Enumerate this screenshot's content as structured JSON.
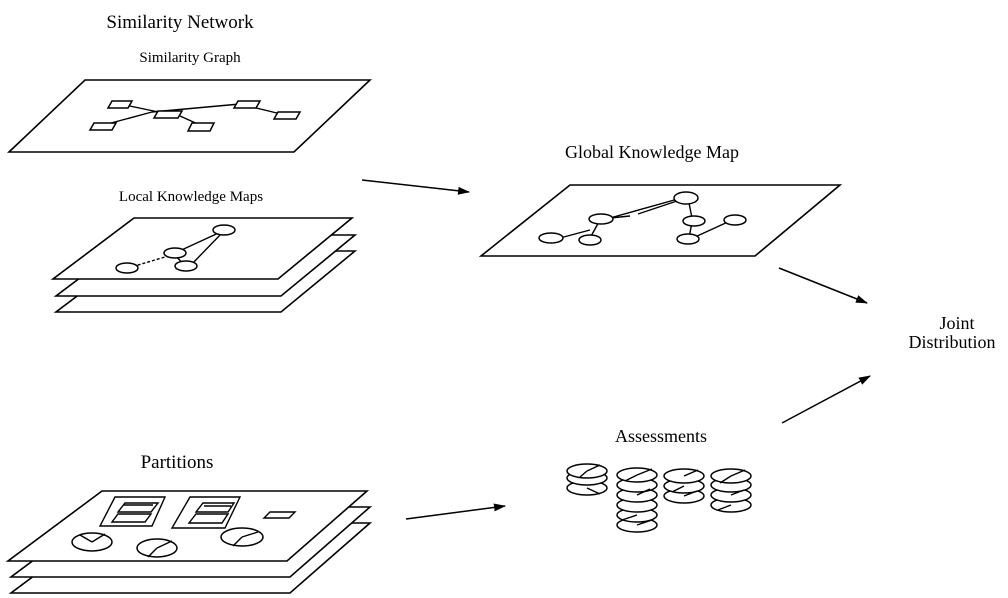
{
  "labels": {
    "similarity_network": "Similarity Network",
    "similarity_graph": "Similarity Graph",
    "local_knowledge_maps": "Local Knowledge Maps",
    "global_knowledge_map": "Global Knowledge Map",
    "partitions": "Partitions",
    "assessments": "Assessments",
    "joint_line1": "Joint",
    "joint_line2": "Distribution"
  },
  "colors": {
    "ink": "#000000",
    "paper": "#ffffff"
  }
}
